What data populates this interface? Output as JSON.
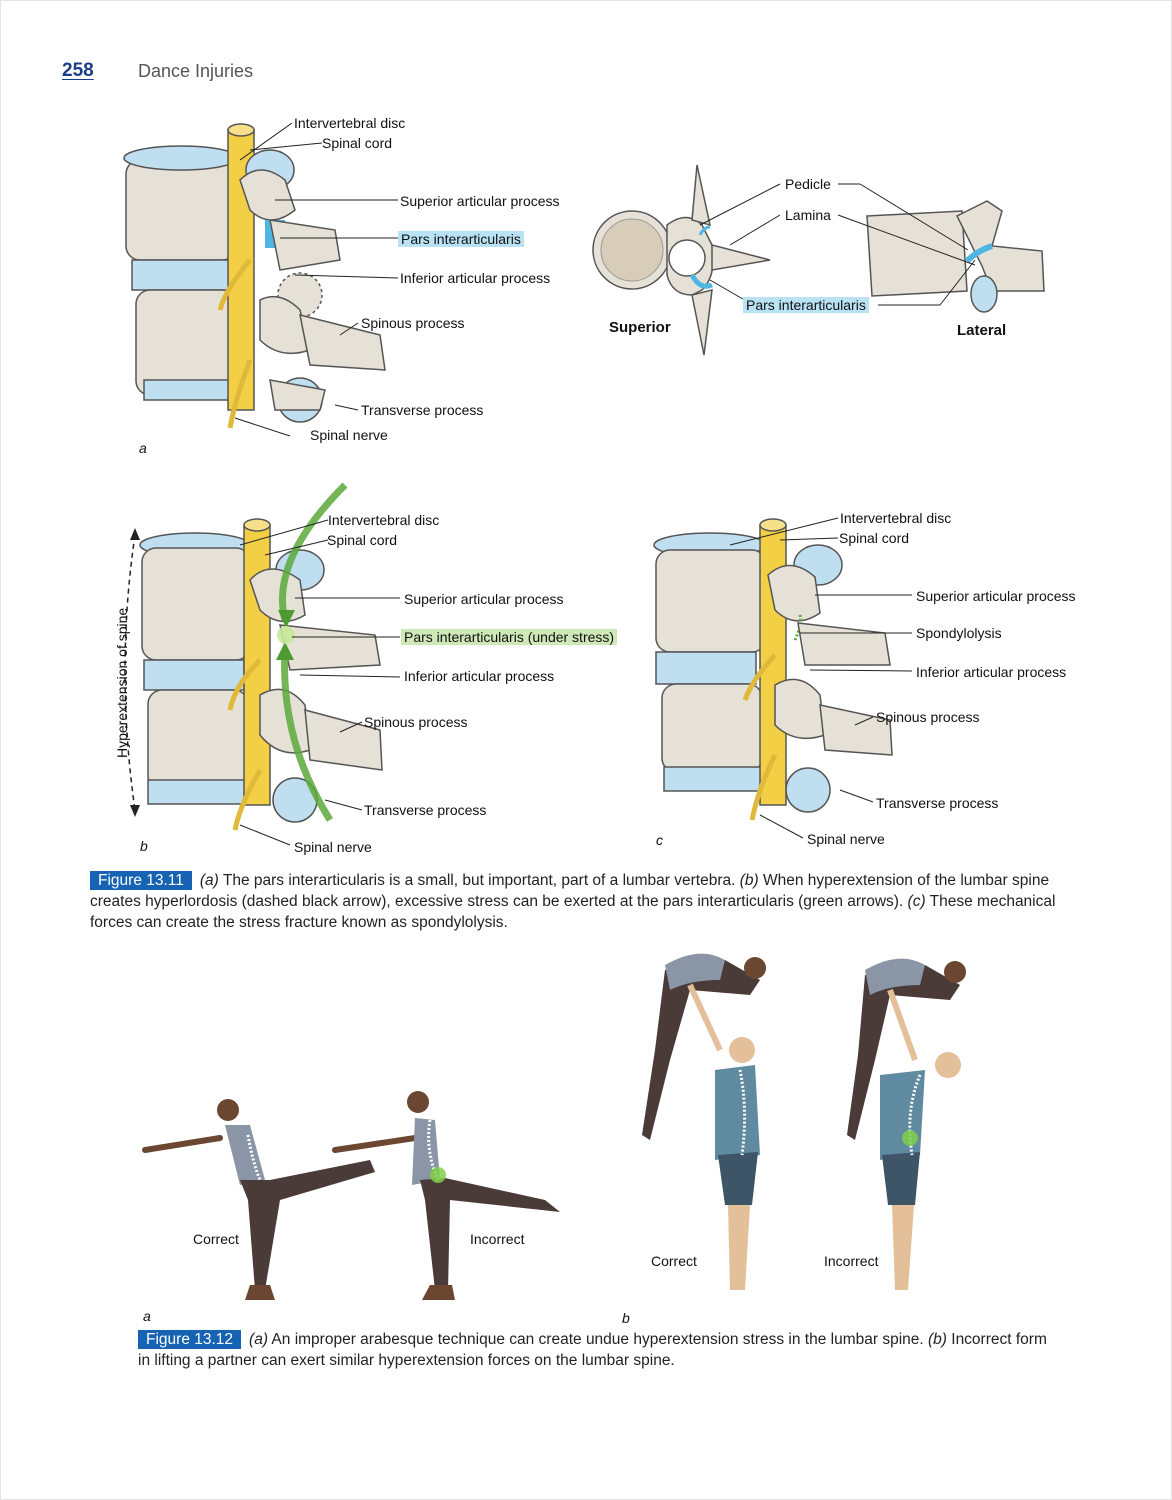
{
  "header": {
    "page_number": "258",
    "running_head": "Dance Injuries"
  },
  "fig_a": {
    "labels": {
      "intervertebral_disc": "Intervertebral disc",
      "spinal_cord": "Spinal cord",
      "superior_articular_process": "Superior articular process",
      "pars_interarticularis": "Pars interarticularis",
      "inferior_articular_process": "Inferior articular process",
      "spinous_process": "Spinous process",
      "transverse_process": "Transverse process",
      "spinal_nerve": "Spinal nerve"
    },
    "letter": "a"
  },
  "fig_top_right": {
    "pedicle": "Pedicle",
    "lamina": "Lamina",
    "pars_interarticularis": "Pars interarticularis",
    "superior": "Superior",
    "lateral": "Lateral"
  },
  "fig_b": {
    "labels": {
      "intervertebral_disc": "Intervertebral disc",
      "spinal_cord": "Spinal cord",
      "superior_articular_process": "Superior articular process",
      "pars_under_stress": "Pars interarticularis (under stress)",
      "inferior_articular_process": "Inferior articular process",
      "spinous_process": "Spinous process",
      "transverse_process": "Transverse process",
      "spinal_nerve": "Spinal nerve",
      "hyperextension": "Hyperextension of spine"
    },
    "letter": "b"
  },
  "fig_c": {
    "labels": {
      "intervertebral_disc": "Intervertebral disc",
      "spinal_cord": "Spinal cord",
      "superior_articular_process": "Superior articular process",
      "spondylolysis": "Spondylolysis",
      "inferior_articular_process": "Inferior articular process",
      "spinous_process": "Spinous process",
      "transverse_process": "Transverse process",
      "spinal_nerve": "Spinal nerve"
    },
    "letter": "c"
  },
  "caption_1311": {
    "tag": "Figure 13.11",
    "a_marker": "(a)",
    "a_text": " The pars interarticularis is a small, but important, part of a lumbar vertebra. ",
    "b_marker": "(b)",
    "b_text": " When hyperextension of the lumbar spine creates hyperlordosis (dashed black arrow), excessive stress can be exerted at the pars interarticularis (green arrows). ",
    "c_marker": "(c)",
    "c_text": " These mechanical forces can create the stress fracture known as spondylolysis."
  },
  "fig_1312": {
    "a_correct": "Correct",
    "a_incorrect": "Incorrect",
    "b_correct": "Correct",
    "b_incorrect": "Incorrect",
    "letter_a": "a",
    "letter_b": "b"
  },
  "caption_1312": {
    "tag": "Figure 13.12",
    "a_marker": "(a)",
    "a_text": " An improper arabesque technique can create undue hyperextension stress in the lumbar spine. ",
    "b_marker": "(b)",
    "b_text": " Incorrect form in lifting a partner can exert similar hyperextension forces on the lumbar spine."
  },
  "colors": {
    "bone": "#e6e1d6",
    "bone_dark": "#c9c2b3",
    "disc": "#bfdff0",
    "cord": "#f2cf45",
    "pars_blue": "#4fb6e3",
    "stress_green": "#5aa83a",
    "figure_tag": "#1663b3",
    "skin_dark": "#6b4630",
    "tights": "#4a3a38",
    "leotard": "#8a95a6",
    "shirt": "#5f8aa0",
    "skin_light": "#e3c09a"
  }
}
